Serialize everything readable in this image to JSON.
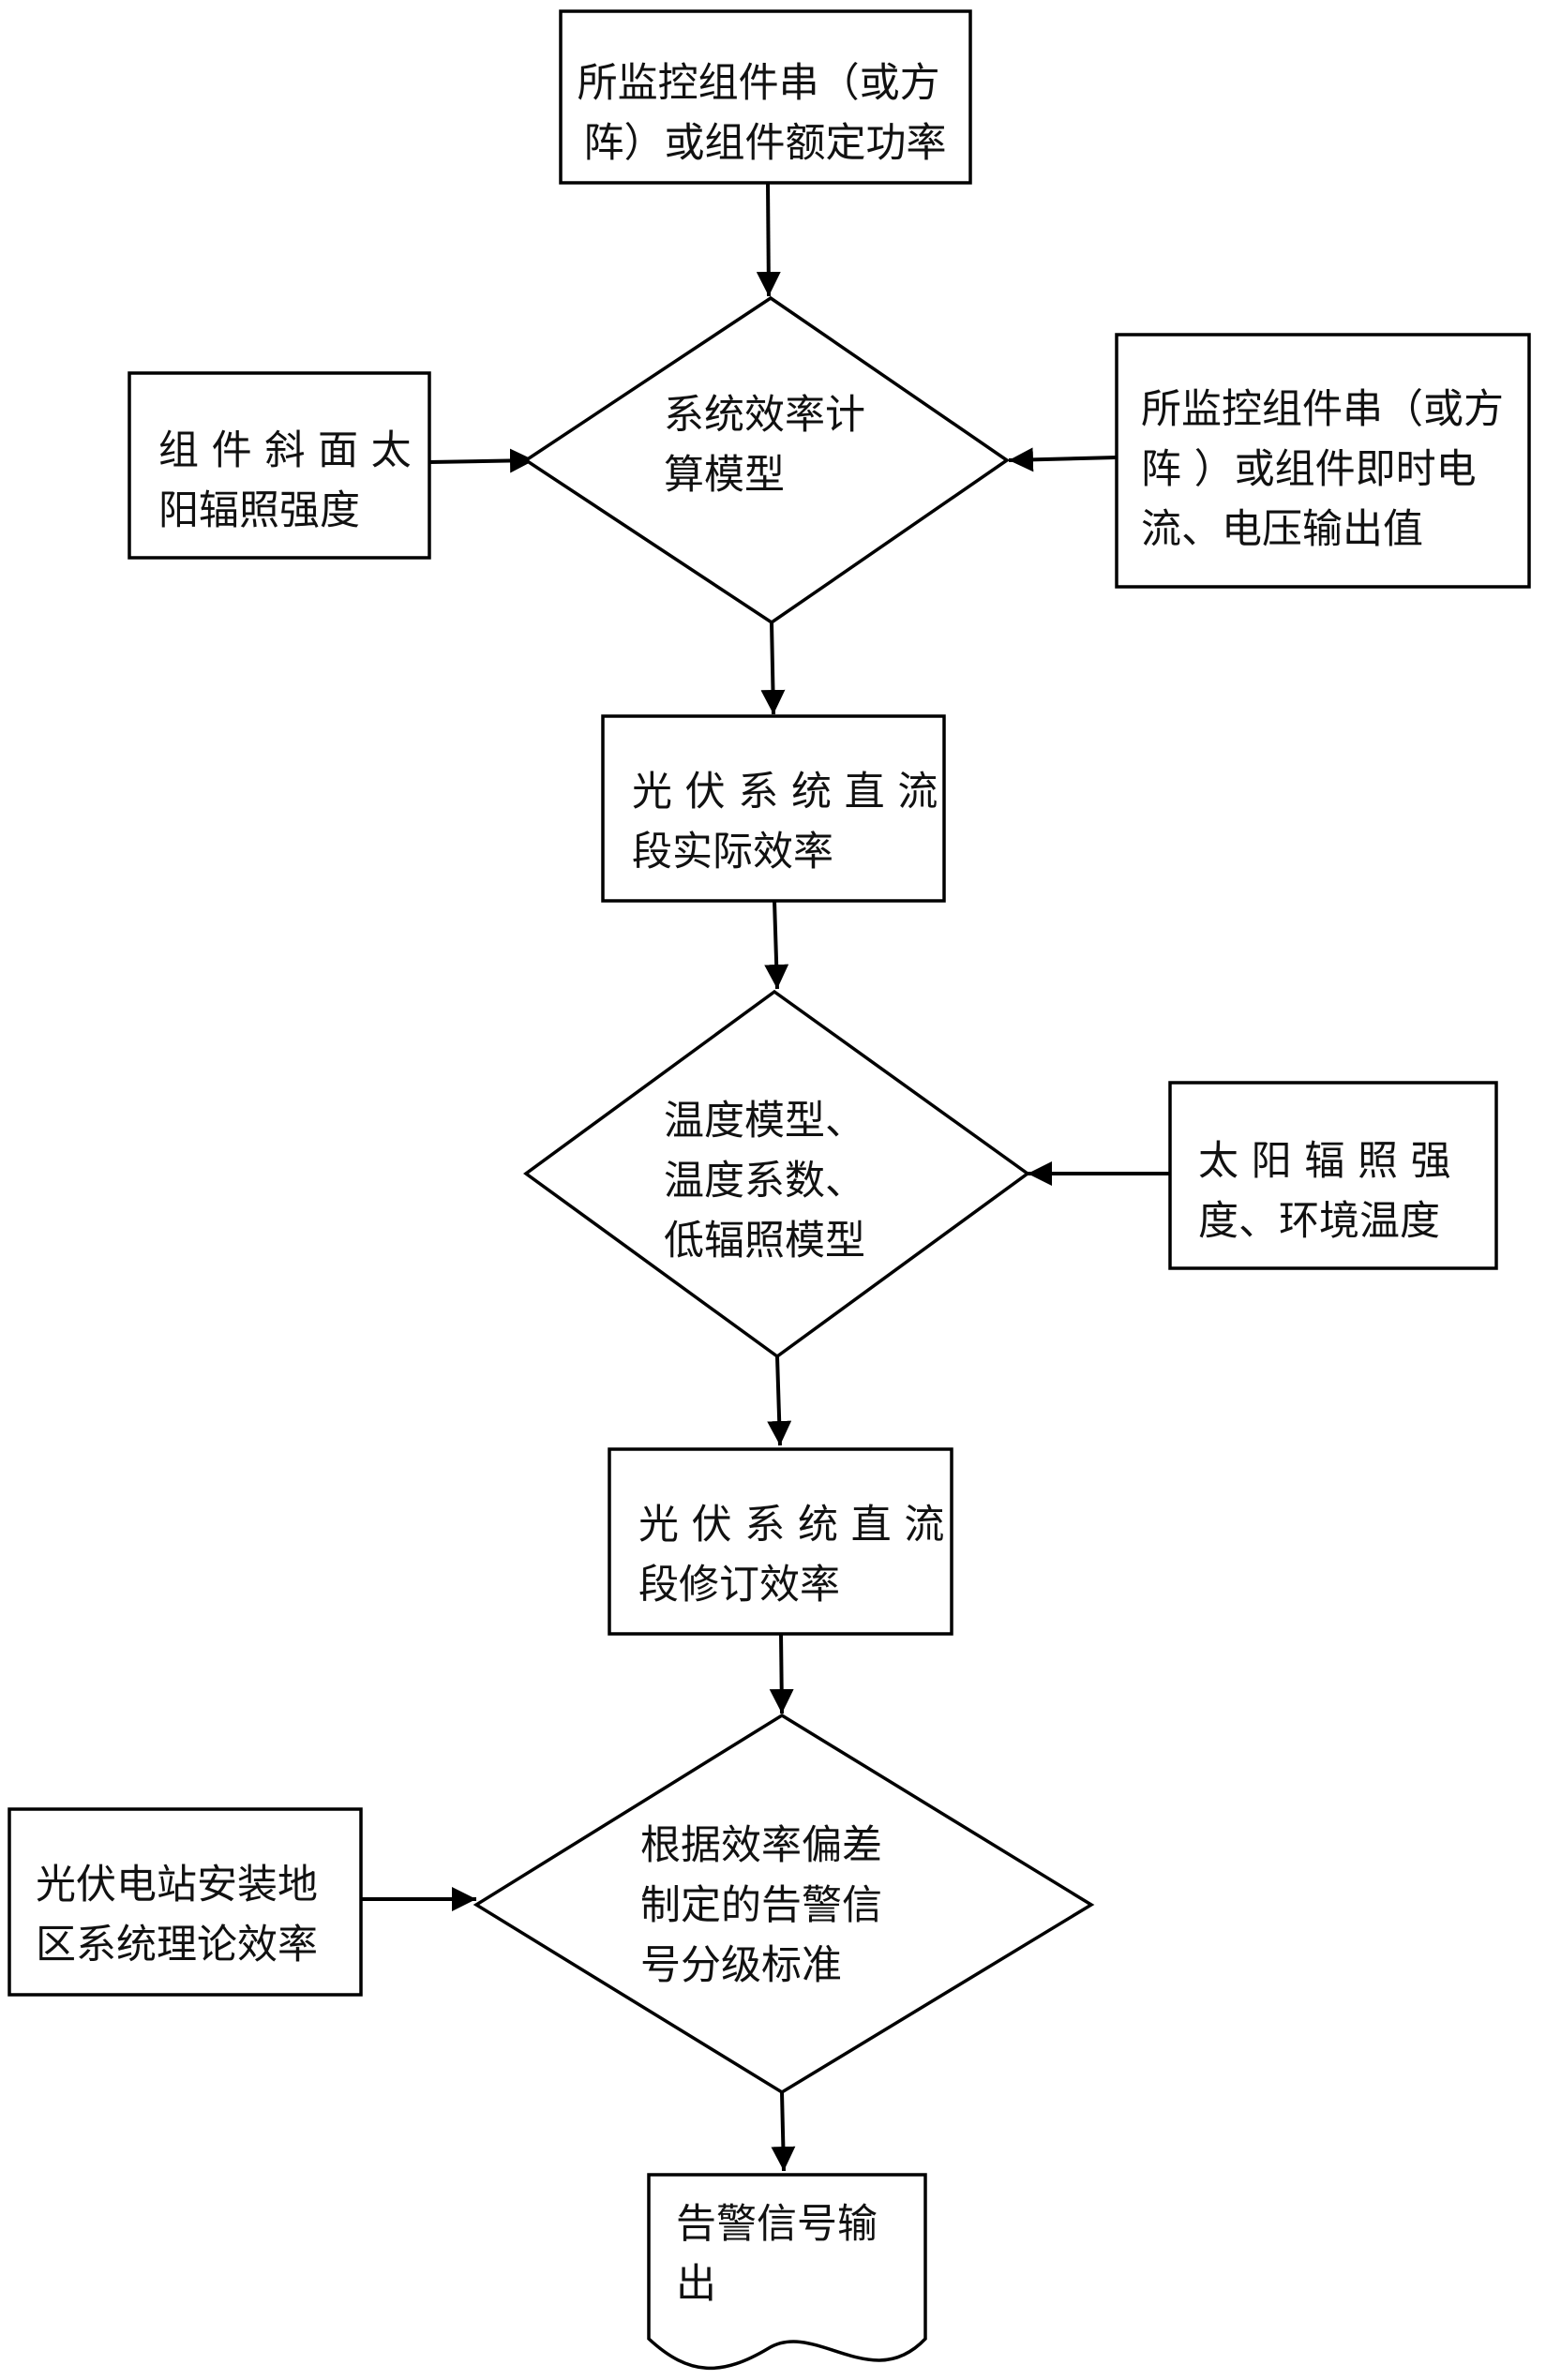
{
  "diagram": {
    "nodes": {
      "rated_power": {
        "shape": "rect",
        "lines": [
          "所监控组件串（或方",
          "阵）或组件额定功率"
        ]
      },
      "tilt_irradiance": {
        "shape": "rect",
        "lines": [
          "组 件 斜 面 太",
          "阳辐照强度"
        ]
      },
      "efficiency_model": {
        "shape": "diamond",
        "lines": [
          "系统效率计",
          "算模型"
        ]
      },
      "instant_output": {
        "shape": "rect",
        "lines": [
          "所监控组件串（或方",
          "阵 ）或组件即时电",
          "流、电压输出值"
        ]
      },
      "dc_actual": {
        "shape": "rect",
        "lines": [
          "光 伏 系 统 直 流",
          "段实际效率"
        ]
      },
      "temp_model": {
        "shape": "diamond",
        "lines": [
          "温度模型、",
          "温度系数、",
          "低辐照模型"
        ]
      },
      "irradiance_temp": {
        "shape": "rect",
        "lines": [
          "太 阳 辐 照 强",
          "度、环境温度"
        ]
      },
      "dc_revised": {
        "shape": "rect",
        "lines": [
          "光 伏 系 统 直 流",
          "段修订效率"
        ]
      },
      "theory_eff": {
        "shape": "rect",
        "lines": [
          "光伏电站安装地",
          "区系统理论效率"
        ]
      },
      "alarm_standard": {
        "shape": "diamond",
        "lines": [
          "根据效率偏差",
          "制定的告警信",
          "号分级标准"
        ]
      },
      "alarm_output": {
        "shape": "document",
        "lines": [
          "告警信号输",
          "出"
        ]
      }
    },
    "edges": [
      {
        "from": "rated_power",
        "to": "efficiency_model"
      },
      {
        "from": "tilt_irradiance",
        "to": "efficiency_model"
      },
      {
        "from": "instant_output",
        "to": "efficiency_model"
      },
      {
        "from": "efficiency_model",
        "to": "dc_actual"
      },
      {
        "from": "dc_actual",
        "to": "temp_model"
      },
      {
        "from": "irradiance_temp",
        "to": "temp_model"
      },
      {
        "from": "temp_model",
        "to": "dc_revised"
      },
      {
        "from": "dc_revised",
        "to": "alarm_standard"
      },
      {
        "from": "theory_eff",
        "to": "alarm_standard"
      },
      {
        "from": "alarm_standard",
        "to": "alarm_output"
      }
    ]
  }
}
